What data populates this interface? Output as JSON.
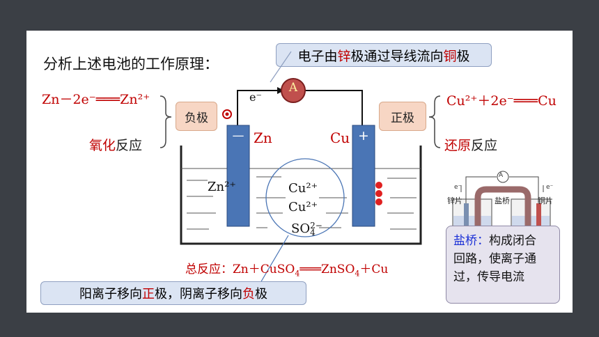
{
  "title": "分析上述电池的工作原理：",
  "electron_callout": {
    "p1": "电子由",
    "p2": "锌",
    "p3": "极通过导线流向",
    "p4": "铜",
    "p5": "极"
  },
  "left_eq": {
    "p1": "Zn－2e",
    "p2": "⁻",
    "p3": "═══",
    "p4": "Zn²⁺"
  },
  "right_eq": {
    "p1": "Cu²⁺＋2e",
    "p2": "⁻",
    "p3": "═══",
    "p4": "Cu"
  },
  "negative": {
    "label": "负极",
    "reaction_a": "氧化",
    "reaction_b": "反应",
    "sign": "—",
    "metal": "Zn"
  },
  "positive": {
    "label": "正极",
    "reaction_a": "还原",
    "reaction_b": "反应",
    "sign": "+",
    "metal": "Cu"
  },
  "ammeter": "A",
  "electron_label": "e⁻",
  "ions": {
    "zn": "Zn²⁺",
    "cu1": "Cu²⁺",
    "cu2": "Cu²⁺",
    "so4_base": "SO",
    "so4_sup": "2−",
    "so4_sub": "4"
  },
  "total": {
    "label": "总反应：",
    "p1": "Zn＋CuSO",
    "s1": "4",
    "p2": "═══",
    "p3": "ZnSO",
    "s2": "4",
    "p4": "＋Cu"
  },
  "migration": {
    "p1": "阳离子移向",
    "p2": "正",
    "p3": "极，阴离子移向",
    "p4": "负",
    "p5": "极"
  },
  "salt_bridge": {
    "term": "盐桥：",
    "line1_rest": "构成闭合",
    "line2": "回路，使离子通",
    "line3": "过，传导电流"
  },
  "diagram_labels": {
    "zn_sheet": "锌片",
    "cu_sheet": "铜片",
    "bridge": "盐桥",
    "meter": "A",
    "e_left": "e⁻",
    "e_right": "e⁻"
  },
  "colors": {
    "accent_red": "#c00000",
    "electrode_blue": "#4a75b5",
    "callout_bg": "#dbe4f3",
    "pill_bg": "#f7d6c4",
    "frame": "#3b3f45"
  }
}
